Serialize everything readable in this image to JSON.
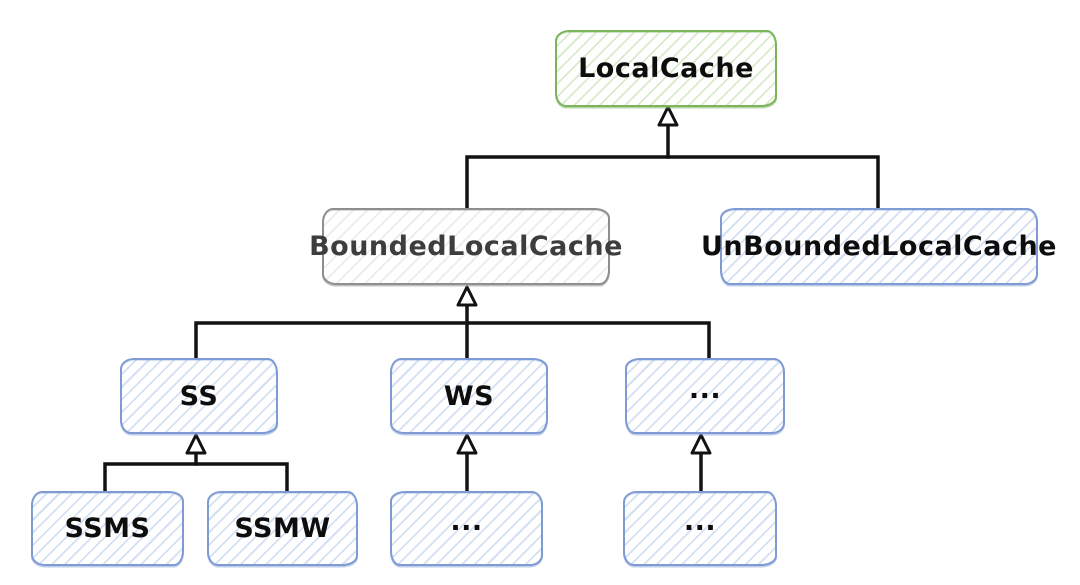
{
  "diagram": {
    "type": "class-hierarchy",
    "nodes": [
      {
        "id": "local-cache",
        "label": "LocalCache",
        "variant": "green"
      },
      {
        "id": "bounded-local-cache",
        "label": "BoundedLocalCache",
        "variant": "gray"
      },
      {
        "id": "unbounded-local-cache",
        "label": "UnBoundedLocalCache",
        "variant": "blue"
      },
      {
        "id": "ss",
        "label": "SS",
        "variant": "blue"
      },
      {
        "id": "ws",
        "label": "WS",
        "variant": "blue"
      },
      {
        "id": "dots-mid",
        "label": "...",
        "variant": "blue"
      },
      {
        "id": "ssms",
        "label": "SSMS",
        "variant": "blue"
      },
      {
        "id": "ssmw",
        "label": "SSMW",
        "variant": "blue"
      },
      {
        "id": "dots-bottom-left",
        "label": "...",
        "variant": "blue"
      },
      {
        "id": "dots-bottom-right",
        "label": "...",
        "variant": "blue"
      }
    ],
    "edges": [
      {
        "from": "BoundedLocalCache",
        "to": "LocalCache",
        "relation": "inherits"
      },
      {
        "from": "UnBoundedLocalCache",
        "to": "LocalCache",
        "relation": "inherits"
      },
      {
        "from": "SS",
        "to": "BoundedLocalCache",
        "relation": "inherits"
      },
      {
        "from": "WS",
        "to": "BoundedLocalCache",
        "relation": "inherits"
      },
      {
        "from": "...",
        "to": "BoundedLocalCache",
        "relation": "inherits"
      },
      {
        "from": "SSMS",
        "to": "SS",
        "relation": "inherits"
      },
      {
        "from": "SSMW",
        "to": "SS",
        "relation": "inherits"
      },
      {
        "from": "... (under WS)",
        "to": "WS",
        "relation": "inherits"
      },
      {
        "from": "... (under ...)",
        "to": "...",
        "relation": "inherits"
      }
    ],
    "colors": {
      "green_border": "#7cb45b",
      "green_hatch": "#d9ebca",
      "blue_border": "#7e9bd4",
      "blue_hatch": "#d3e0f4",
      "gray_border": "#8e8e8e",
      "gray_hatch": "#ececec",
      "gray_text": "#3d3d3d",
      "text": "#0d0d0d",
      "connector_line": "#121212"
    }
  }
}
